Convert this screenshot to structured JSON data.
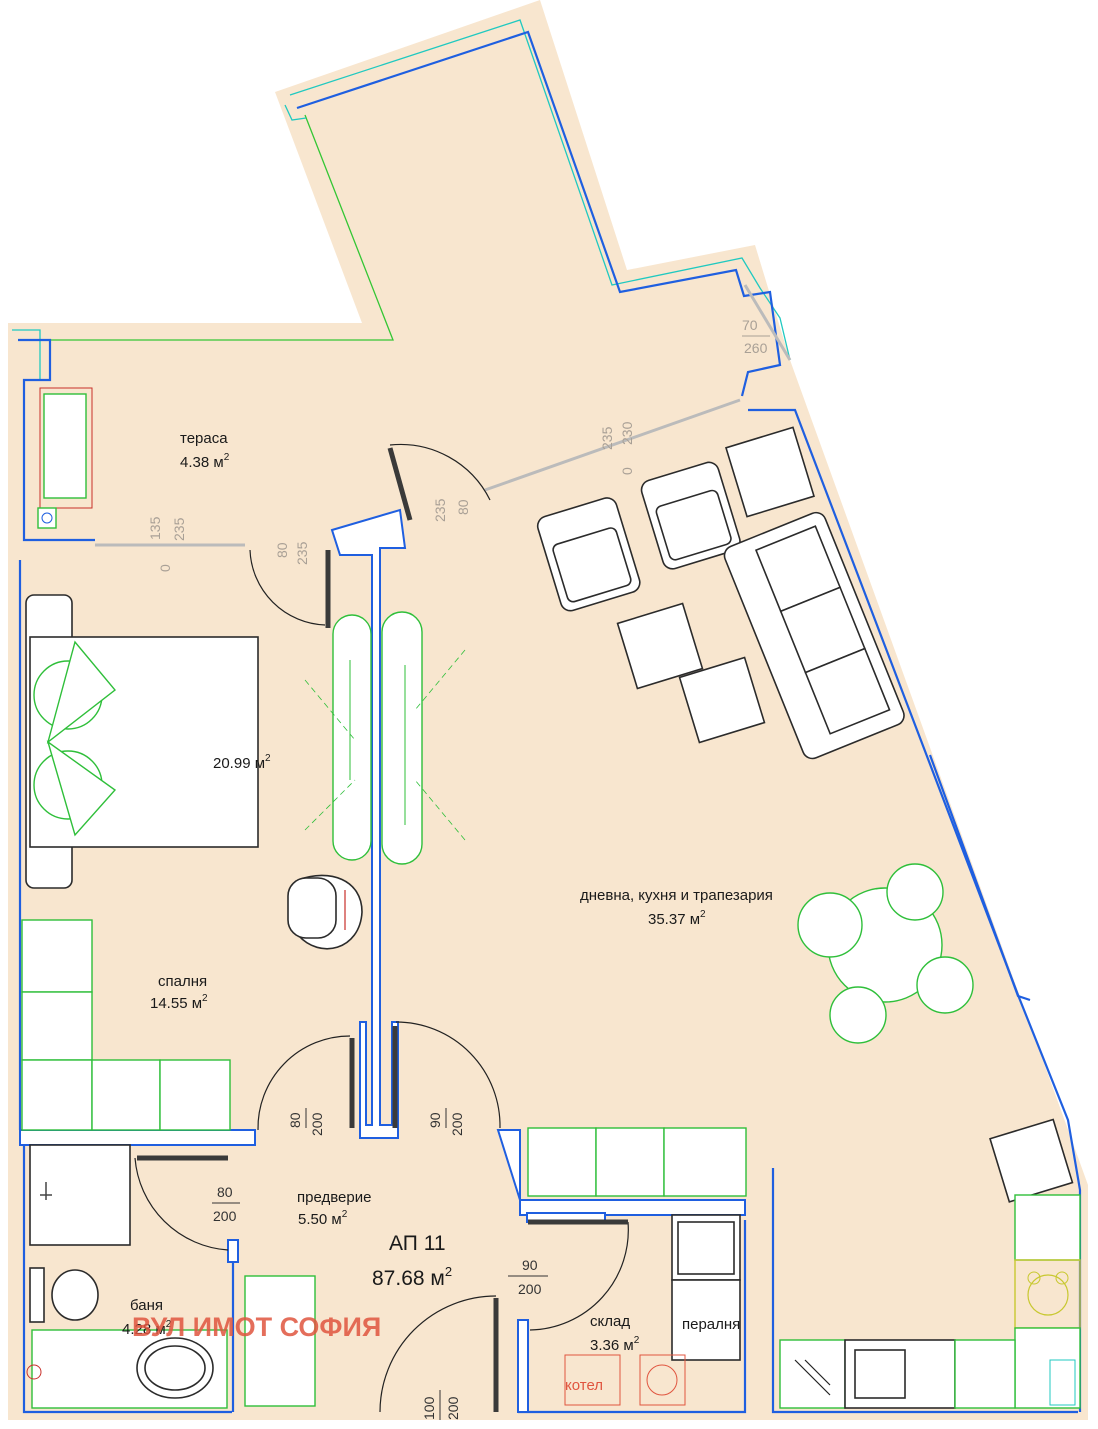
{
  "rooms": {
    "terrace": {
      "name": "тераса",
      "area": "4.38 м",
      "sup": "2"
    },
    "bedroom_area_value": {
      "area": "20.99 м",
      "sup": "2"
    },
    "bedroom": {
      "name": "спалня",
      "area": "14.55 м",
      "sup": "2"
    },
    "living": {
      "name": "дневна, кухня и трапезария",
      "area": "35.37 м",
      "sup": "2"
    },
    "hall": {
      "name": "предверие",
      "area": "5.50 м",
      "sup": "2"
    },
    "bathroom": {
      "name": "баня",
      "area": "4.28 м",
      "sup": "2"
    },
    "storage": {
      "name": "склад",
      "area": "3.36 м",
      "sup": "2"
    }
  },
  "apartment": {
    "name": "АП 11",
    "area": "87.68 м",
    "sup": "2"
  },
  "labels": {
    "washer": "пералня",
    "boiler": "котел"
  },
  "watermark": "ВУЛ ИМОТ СОФИЯ",
  "dimensions": {
    "balcony_70": "70",
    "balcony_260": "260",
    "living_230": "230",
    "living_235": "235",
    "living_0": "0",
    "door_80a": "80",
    "door_235a": "235",
    "term_135": "135",
    "term_235": "235",
    "term_0": "0",
    "door_80b": "80",
    "door_235b": "235",
    "hall_80_200_w": "80",
    "hall_80_200_h": "200",
    "hall_90_200_w": "90",
    "hall_90_200_h": "200",
    "bath_80": "80",
    "bath_200": "200",
    "store_90": "90",
    "store_200": "200",
    "entry_100": "100",
    "entry_200": "200"
  },
  "colors": {
    "floor": "#f8e6cf",
    "wall_outline": "#1f5fe0",
    "wall_cyan": "#20c9c0",
    "wall_green": "#34c634",
    "watermark": "#e0553f"
  }
}
